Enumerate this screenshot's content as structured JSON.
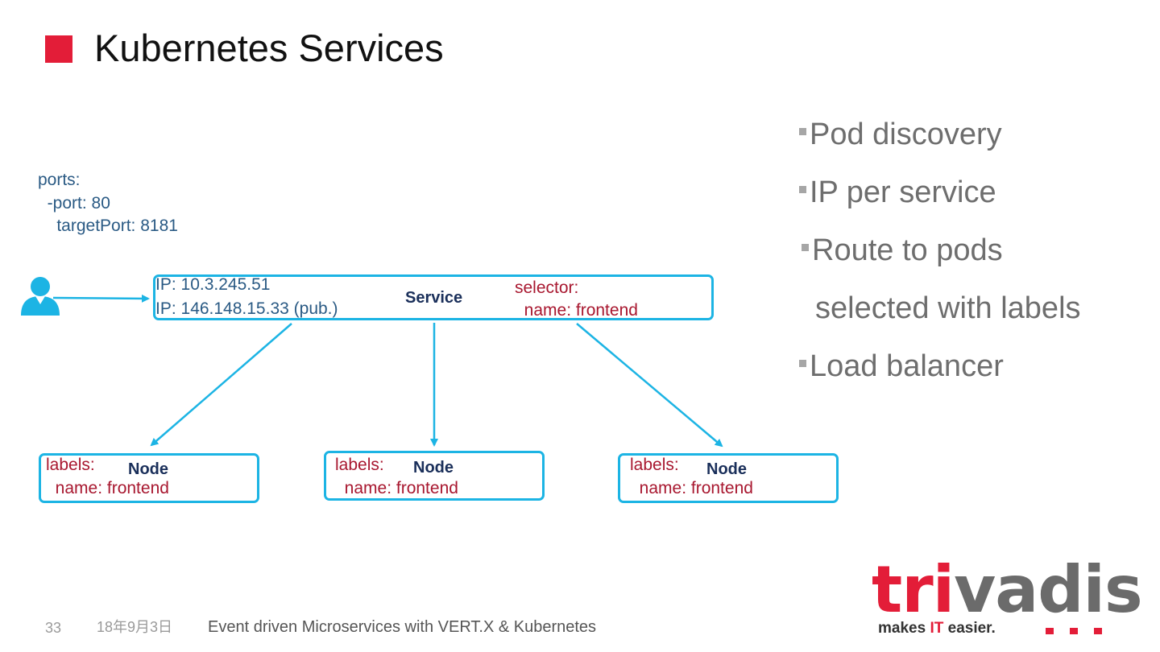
{
  "slide": {
    "title": "Kubernetes Services",
    "accent_color": "#e31d38"
  },
  "diagram": {
    "ports": "ports:\n  -port: 80\n    targetPort: 8181",
    "user_icon": "person-icon",
    "service": {
      "ip_line1": "IP: 10.3.245.51",
      "ip_line2": "IP: 146.148.15.33 (pub.)",
      "name": "Service",
      "selector_line1": "selector:",
      "selector_line2": "  name: frontend"
    },
    "nodes": [
      {
        "labels": "labels:",
        "name_line": "  name: frontend",
        "title": "Node"
      },
      {
        "labels": "labels:",
        "name_line": "  name: frontend",
        "title": "Node"
      },
      {
        "labels": "labels:",
        "name_line": "  name: frontend",
        "title": "Node"
      }
    ],
    "colors": {
      "border": "#1cb4e4",
      "ip_text": "#2a5a84",
      "label_text": "#a8172f",
      "node_title": "#1a2f5a"
    }
  },
  "bullets": [
    "Pod discovery",
    "IP per service",
    "Route to pods",
    "selected with labels",
    "Load balancer"
  ],
  "footer": {
    "page_number": "33",
    "date": "18年9月3日",
    "presentation_title": "Event driven Microservices with VERT.X & Kubernetes"
  },
  "logo": {
    "word_red": "tri",
    "word_grey": "vadis",
    "tagline_pre": "makes ",
    "tagline_it": "IT",
    "tagline_post": " easier."
  }
}
